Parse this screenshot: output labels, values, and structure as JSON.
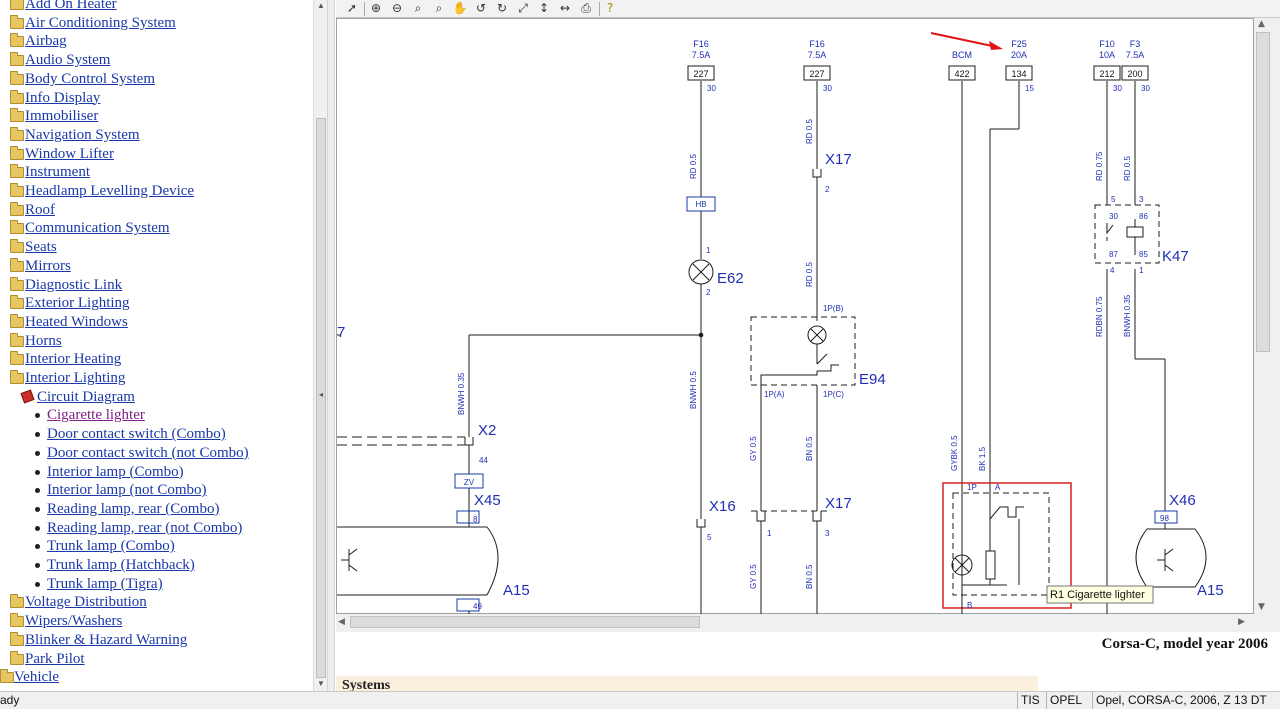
{
  "tree": {
    "items": [
      {
        "label": "Add On Heater",
        "type": "folder"
      },
      {
        "label": "Air Conditioning System",
        "type": "folder"
      },
      {
        "label": "Airbag",
        "type": "folder"
      },
      {
        "label": "Audio System",
        "type": "folder"
      },
      {
        "label": "Body Control System",
        "type": "folder"
      },
      {
        "label": "Info Display",
        "type": "folder"
      },
      {
        "label": "Immobiliser",
        "type": "folder"
      },
      {
        "label": "Navigation System",
        "type": "folder"
      },
      {
        "label": "Window Lifter",
        "type": "folder"
      },
      {
        "label": "Instrument",
        "type": "folder"
      },
      {
        "label": "Headlamp Levelling Device",
        "type": "folder"
      },
      {
        "label": "Roof",
        "type": "folder"
      },
      {
        "label": "Communication System",
        "type": "folder"
      },
      {
        "label": "Seats",
        "type": "folder"
      },
      {
        "label": "Mirrors",
        "type": "folder"
      },
      {
        "label": "Diagnostic Link",
        "type": "folder"
      },
      {
        "label": "Exterior Lighting",
        "type": "folder"
      },
      {
        "label": "Heated Windows",
        "type": "folder"
      },
      {
        "label": "Horns",
        "type": "folder"
      },
      {
        "label": "Interior Heating",
        "type": "folder"
      },
      {
        "label": "Interior Lighting",
        "type": "folder-open"
      },
      {
        "label": "Circuit Diagram",
        "type": "book"
      },
      {
        "label": "Cigarette lighter",
        "type": "leaf",
        "visited": true
      },
      {
        "label": "Door contact switch (Combo)",
        "type": "leaf"
      },
      {
        "label": "Door contact switch (not Combo)",
        "type": "leaf"
      },
      {
        "label": "Interior lamp (Combo)",
        "type": "leaf"
      },
      {
        "label": "Interior lamp (not Combo)",
        "type": "leaf"
      },
      {
        "label": "Reading lamp, rear (Combo)",
        "type": "leaf"
      },
      {
        "label": "Reading lamp, rear (not Combo)",
        "type": "leaf"
      },
      {
        "label": "Trunk lamp (Combo)",
        "type": "leaf"
      },
      {
        "label": "Trunk lamp (Hatchback)",
        "type": "leaf"
      },
      {
        "label": "Trunk lamp (Tigra)",
        "type": "leaf"
      },
      {
        "label": "Voltage Distribution",
        "type": "folder"
      },
      {
        "label": "Wipers/Washers",
        "type": "folder"
      },
      {
        "label": "Blinker & Hazard Warning",
        "type": "folder"
      },
      {
        "label": "Park Pilot",
        "type": "folder"
      },
      {
        "label": "Vehicle",
        "type": "folder"
      }
    ]
  },
  "toolbar": {
    "buttons": [
      "select-arrow-icon",
      "zoom-in-icon",
      "zoom-out-icon",
      "zoom-icon",
      "zoom-area-icon",
      "pan-hand-icon",
      "rotate-left-icon",
      "rotate-right-icon",
      "fit-page-icon",
      "fit-height-icon",
      "fit-width-icon",
      "print-icon",
      "help-icon"
    ]
  },
  "diagram": {
    "fuses": [
      {
        "name": "F16",
        "rating": "7.5A",
        "box": "227",
        "pin": "30"
      },
      {
        "name": "F16",
        "rating": "7.5A",
        "box": "227",
        "pin": "30"
      },
      {
        "name": "BCM",
        "rating": "",
        "box": "422",
        "pin": ""
      },
      {
        "name": "F25",
        "rating": "20A",
        "box": "134",
        "pin": "15"
      },
      {
        "name": "F10",
        "rating": "10A",
        "box": "212",
        "pin": "30"
      },
      {
        "name": "F3",
        "rating": "7.5A",
        "box": "200",
        "pin": "30"
      }
    ],
    "wires": [
      "RD 0.5",
      "RD 0.5",
      "RD 0.5",
      "BNWH 0.35",
      "BNWH 0.5",
      "GY 0.5",
      "BN 0.5",
      "GY 0.5",
      "BN 0.5",
      "GYBK 0.5",
      "BK 1.5",
      "RD 0.75",
      "RD 0.5",
      "RDBN 0.75",
      "BNWH 0.35"
    ],
    "components": {
      "x17_top": "X17",
      "e62": "E62",
      "e94": "E94",
      "k47": "K47",
      "x2": "X2",
      "x45": "X45",
      "x16": "X16",
      "x17_bot": "X17",
      "x46": "X46",
      "a15_left": "A15",
      "a15_right": "A15",
      "hb": "HB",
      "zv": "ZV",
      "seven": "7"
    },
    "pins": {
      "e94_1pb": "1P(B)",
      "e94_1pa": "1P(A)",
      "e94_1pc": "1P(C)",
      "x2_44": "44",
      "x45_8": "8",
      "a15_49": "49",
      "x16_5": "5",
      "x16_1": "1",
      "x17_3": "3",
      "x17_2": "2",
      "e62_1": "1",
      "e62_2": "2",
      "x46_98": "98",
      "k47_5": "5",
      "k47_3": "3",
      "k47_30": "30",
      "k47_86": "86",
      "k47_87": "87",
      "k47_85": "85",
      "k47_4": "4",
      "k47_1": "1",
      "r1_1p": "1P",
      "r1_a": "A",
      "r1_b": "B"
    },
    "tooltip": "R1 Cigarette lighter"
  },
  "caption": "Corsa-C, model year 2006",
  "systems_header": "Systems",
  "status": {
    "ready": "ady",
    "app": "TIS",
    "brand": "OPEL",
    "vehicle": "Opel, CORSA-C, 2006, Z 13 DT"
  },
  "colors": {
    "wire": "#1c1c1c",
    "label": "#1f2fb3",
    "box": "#1a3aa8",
    "highlight": "#d22020",
    "link": "#1a39a8",
    "visited": "#7d1f84"
  }
}
